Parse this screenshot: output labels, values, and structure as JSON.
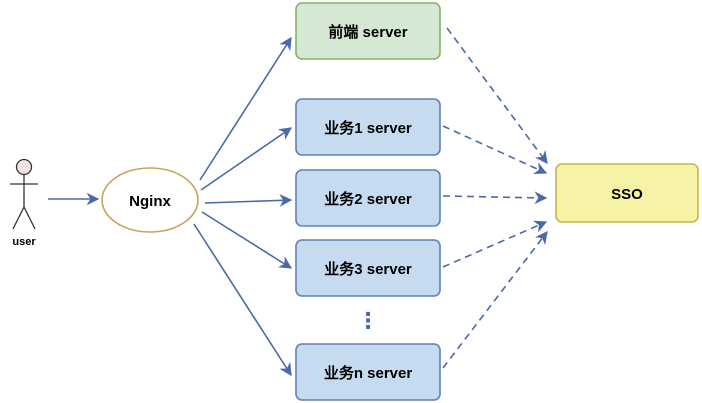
{
  "actor": {
    "label": "user",
    "icon": "user-stick-figure-icon"
  },
  "gateway": {
    "label": "Nginx"
  },
  "frontend": {
    "label": "前端 server"
  },
  "services": [
    {
      "label": "业务1 server"
    },
    {
      "label": "业务2 server"
    },
    {
      "label": "业务3 server"
    },
    {
      "label": "业务n server"
    }
  ],
  "ellipsis": "⋮",
  "sso": {
    "label": "SSO"
  },
  "colors": {
    "arrow": "#4a69a8",
    "frontend_fill": "#d5e8d4",
    "frontend_stroke": "#82b366",
    "service_fill": "#c6dbf0",
    "service_stroke": "#5f80b8",
    "sso_fill": "#f6f3a6",
    "sso_stroke": "#c8b54a",
    "gateway_stroke": "#c7a35a",
    "actor_fill": "#f4e6e6"
  }
}
